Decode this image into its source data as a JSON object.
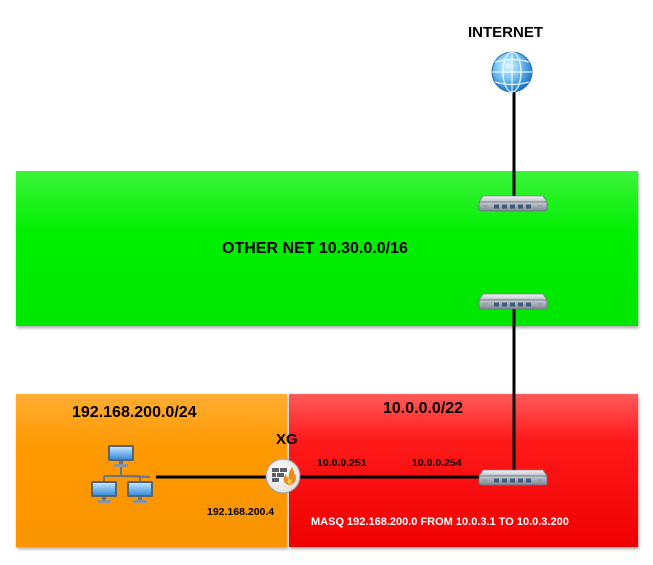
{
  "labels": {
    "internet": "INTERNET",
    "other_net": "OTHER NET 10.30.0.0/16",
    "lan_subnet": "192.168.200.0/24",
    "wan_subnet": "10.0.0.0/22",
    "firewall": "XG",
    "firewall_wan_ip": "10.0.0.251",
    "router_ip": "10.0.0.254",
    "firewall_lan_ip": "192.168.200.4",
    "masq_rule": "MASQ 192.168.200.0 FROM 10.0.3.1 TO 10.0.3.200"
  },
  "colors": {
    "other_net_zone": "#00ee00",
    "lan_zone": "#ff9900",
    "wan_zone": "#ff0000",
    "link": "#000000"
  },
  "icons": {
    "internet": "globe-icon",
    "switch": "switch-icon",
    "network": "network-computers-icon",
    "firewall": "firewall-icon"
  }
}
